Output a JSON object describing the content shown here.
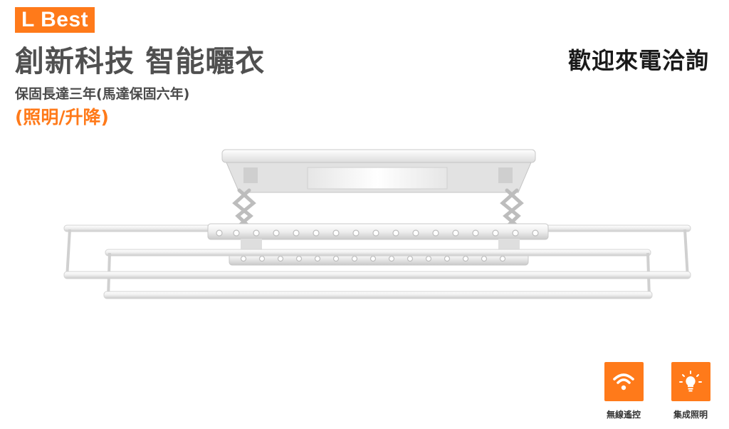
{
  "brand": {
    "name": "L Best"
  },
  "hero": {
    "headline": "創新科技 智能曬衣",
    "warranty": "保固長達三年(馬達保固六年)",
    "features_line": "(照明/升降)"
  },
  "contact": {
    "text": "歡迎來電洽詢"
  },
  "product": {
    "icon": "electric-clothes-drying-rack"
  },
  "features": [
    {
      "icon": "wifi-icon",
      "label": "無線遙控"
    },
    {
      "icon": "lightbulb-icon",
      "label": "集成照明"
    }
  ],
  "colors": {
    "accent": "#ff7a1a",
    "headline": "#505050"
  }
}
